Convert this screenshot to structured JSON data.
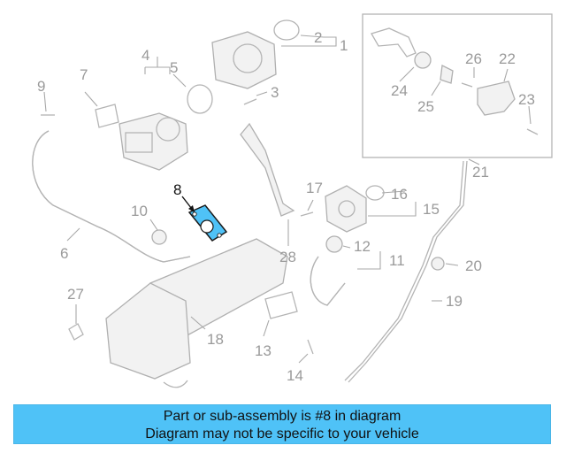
{
  "callouts": {
    "c1": "1",
    "c2": "2",
    "c3": "3",
    "c4": "4",
    "c5": "5",
    "c6": "6",
    "c7": "7",
    "c8": "8",
    "c9": "9",
    "c10": "10",
    "c11": "11",
    "c12": "12",
    "c13": "13",
    "c14": "14",
    "c15": "15",
    "c16": "16",
    "c17": "17",
    "c18": "18",
    "c19": "19",
    "c20": "20",
    "c21": "21",
    "c22": "22",
    "c23": "23",
    "c24": "24",
    "c25": "25",
    "c26": "26",
    "c27": "27",
    "c28": "28"
  },
  "highlight": {
    "part_number": "8",
    "color": "#4fc2f7"
  },
  "caption": {
    "line1": "Part or sub-assembly is #8 in diagram",
    "line2": "Diagram may not be specific to your vehicle",
    "background": "#4fc2f7"
  }
}
